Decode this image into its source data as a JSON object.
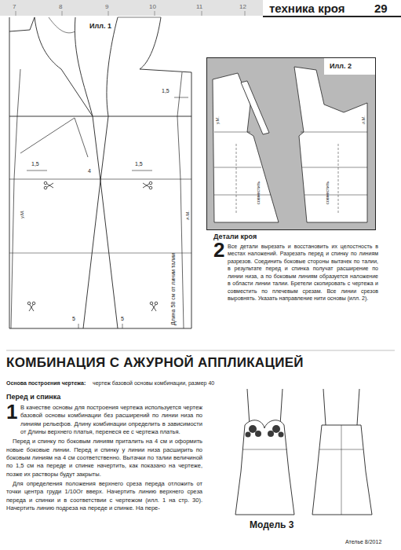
{
  "diagram": {
    "title": "КОМБИНАЦИЯ С АЖУРНОЙ АППЛИКАЦИЕЙ",
    "nodes": [
      {
        "text": [
          "техника кроя",
          "29"
        ]
      },
      {
        "text": [
          "Илл. 2",
          "у.М.",
          "совместить",
          "совместить",
          "л.М."
        ]
      }
    ],
    "labels": [
      "7",
      "8",
      "9",
      "10",
      "11",
      "12",
      "Илл. 1",
      "1,5",
      "у.М.",
      "1,5",
      "4",
      "1,5",
      "л.М.",
      "5",
      "5",
      "Длина 58 см от линии талии",
      "Детали кроя",
      "2",
      "Все детали вырезать и восстановить их целостность в местах наложений. Разрезать перед и спинку по линиям разрезов. Соединить боковые стороны вытачек по талии, в результате перед и спинка получат расширение по линии низа, а по боковым линиям образуется наложение в области линии талии. Бретели скопировать с чертежа и совместить по плечевым срезам. Все линии срезов выровнять. Указать направление нити основы (илл. 2).",
      "Основа построения чертежа:",
      "чертеж базовой основы комбинации, размер 40",
      "Перед и спинка",
      "1",
      "В качестве основы для построения чертежа используется чертеж базовой основы комбинации без расширений по линии низа по линиям рельефов. Длину комбинации определить в зависимости от Длины верхнего платья, перенеся ее с чертежа платья.",
      "Перед и спинку по боковым линиям приталить на 4 см и оформить новые боковые линии. Перед и спинку у линии низа расширить по боковым линиям на 4 см соответственно. Вытачки по талии величиной по 1,5 см на переде и спинке начертить, как показано на чертеже, позже их растворы будут закрыты.",
      "Для определения положения верхнего среза переда отложить от точки центра груди 1/10Ог вверх. Начертить линию верхнего среза переда и спинки и в соответствии с чертежом (илл. 1 на стр. 30). Начертить линию подреза на переде и спинке. На пере-",
      "Модель 3",
      "Ателье 8/2012"
    ]
  }
}
